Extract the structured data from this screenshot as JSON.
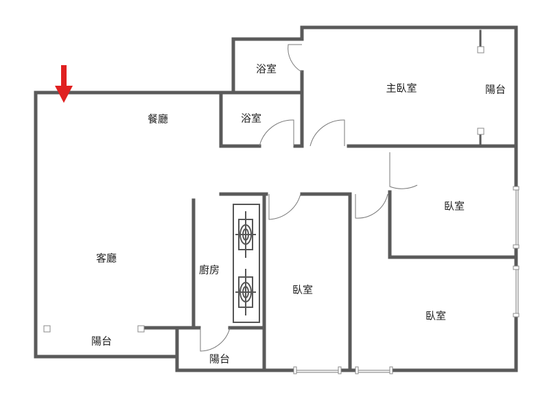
{
  "rooms": {
    "dining": "餐廳",
    "bath_upper": "浴室",
    "bath_lower": "浴室",
    "master_bedroom": "主臥室",
    "master_balcony": "陽台",
    "bedroom_right_upper": "臥室",
    "living_room": "客廳",
    "kitchen": "廚房",
    "bedroom_middle": "臥室",
    "bedroom_right_lower": "臥室",
    "living_balcony": "陽台",
    "kitchen_balcony": "陽台"
  },
  "colors": {
    "wall": "#5a5a5a",
    "arrow": "#e02020"
  },
  "icons": {
    "entrance": "red-down-arrow-icon",
    "stove": "gas-burner-icon"
  }
}
